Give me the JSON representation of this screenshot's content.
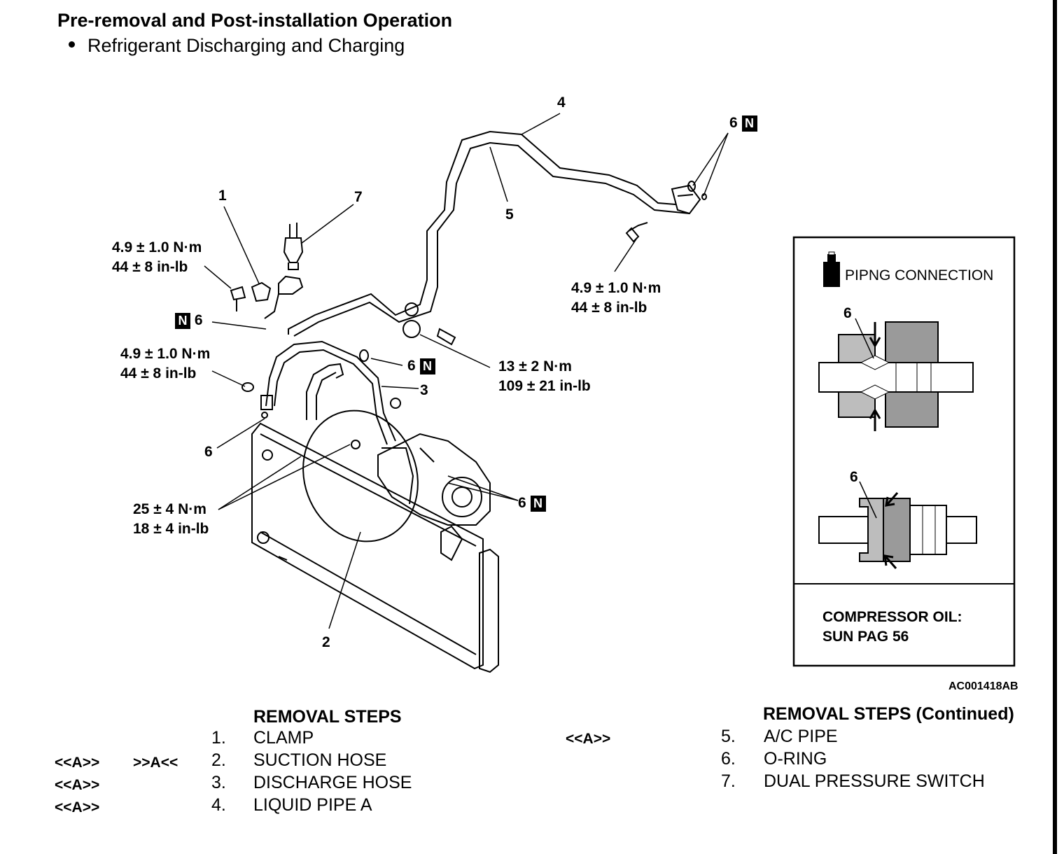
{
  "header": {
    "title": "Pre-removal and Post-installation Operation",
    "bullet": "Refrigerant Discharging and Charging"
  },
  "diagram": {
    "callouts": {
      "c1": "1",
      "c2": "2",
      "c3": "3",
      "c4": "4",
      "c5": "5",
      "c6_top": "6",
      "c6_left": "6",
      "c6_mid": "6",
      "c6_lower": "6",
      "c6_right": "6",
      "c7": "7"
    },
    "new_part_mark": "N",
    "torques": {
      "t_top_left": [
        "4.9 ± 1.0 N·m",
        "44 ± 8 in-lb"
      ],
      "t_mid_left": [
        "4.9 ± 1.0 N·m",
        "44 ± 8 in-lb"
      ],
      "t_right": [
        "4.9 ± 1.0 N·m",
        "44 ± 8 in-lb"
      ],
      "t_center": [
        "13 ± 2 N·m",
        "109 ± 21 in-lb"
      ],
      "t_bottom_left": [
        "25 ± 4 N·m",
        "18 ± 4 in-lb"
      ]
    }
  },
  "inset": {
    "title": "PIPNG CONNECTION",
    "label_top": "6",
    "label_bottom": "6",
    "oil_line1": "COMPRESSOR OIL:",
    "oil_line2": "SUN PAG 56"
  },
  "figure_code": "AC001418AB",
  "steps_left": {
    "title": "REMOVAL STEPS",
    "rows": [
      {
        "ref_a": "",
        "ref_b": "",
        "num": "1.",
        "text": "CLAMP"
      },
      {
        "ref_a": "<<A>>",
        "ref_b": ">>A<<",
        "num": "2.",
        "text": "SUCTION HOSE"
      },
      {
        "ref_a": "<<A>>",
        "ref_b": "",
        "num": "3.",
        "text": "DISCHARGE HOSE"
      },
      {
        "ref_a": "<<A>>",
        "ref_b": "",
        "num": "4.",
        "text": "LIQUID PIPE A"
      }
    ]
  },
  "steps_right": {
    "title": "REMOVAL STEPS (Continued)",
    "rows": [
      {
        "ref_a": "<<A>>",
        "num": "5.",
        "text": "A/C PIPE"
      },
      {
        "ref_a": "",
        "num": "6.",
        "text": "O-RING"
      },
      {
        "ref_a": "",
        "num": "7.",
        "text": "DUAL PRESSURE SWITCH"
      }
    ]
  }
}
